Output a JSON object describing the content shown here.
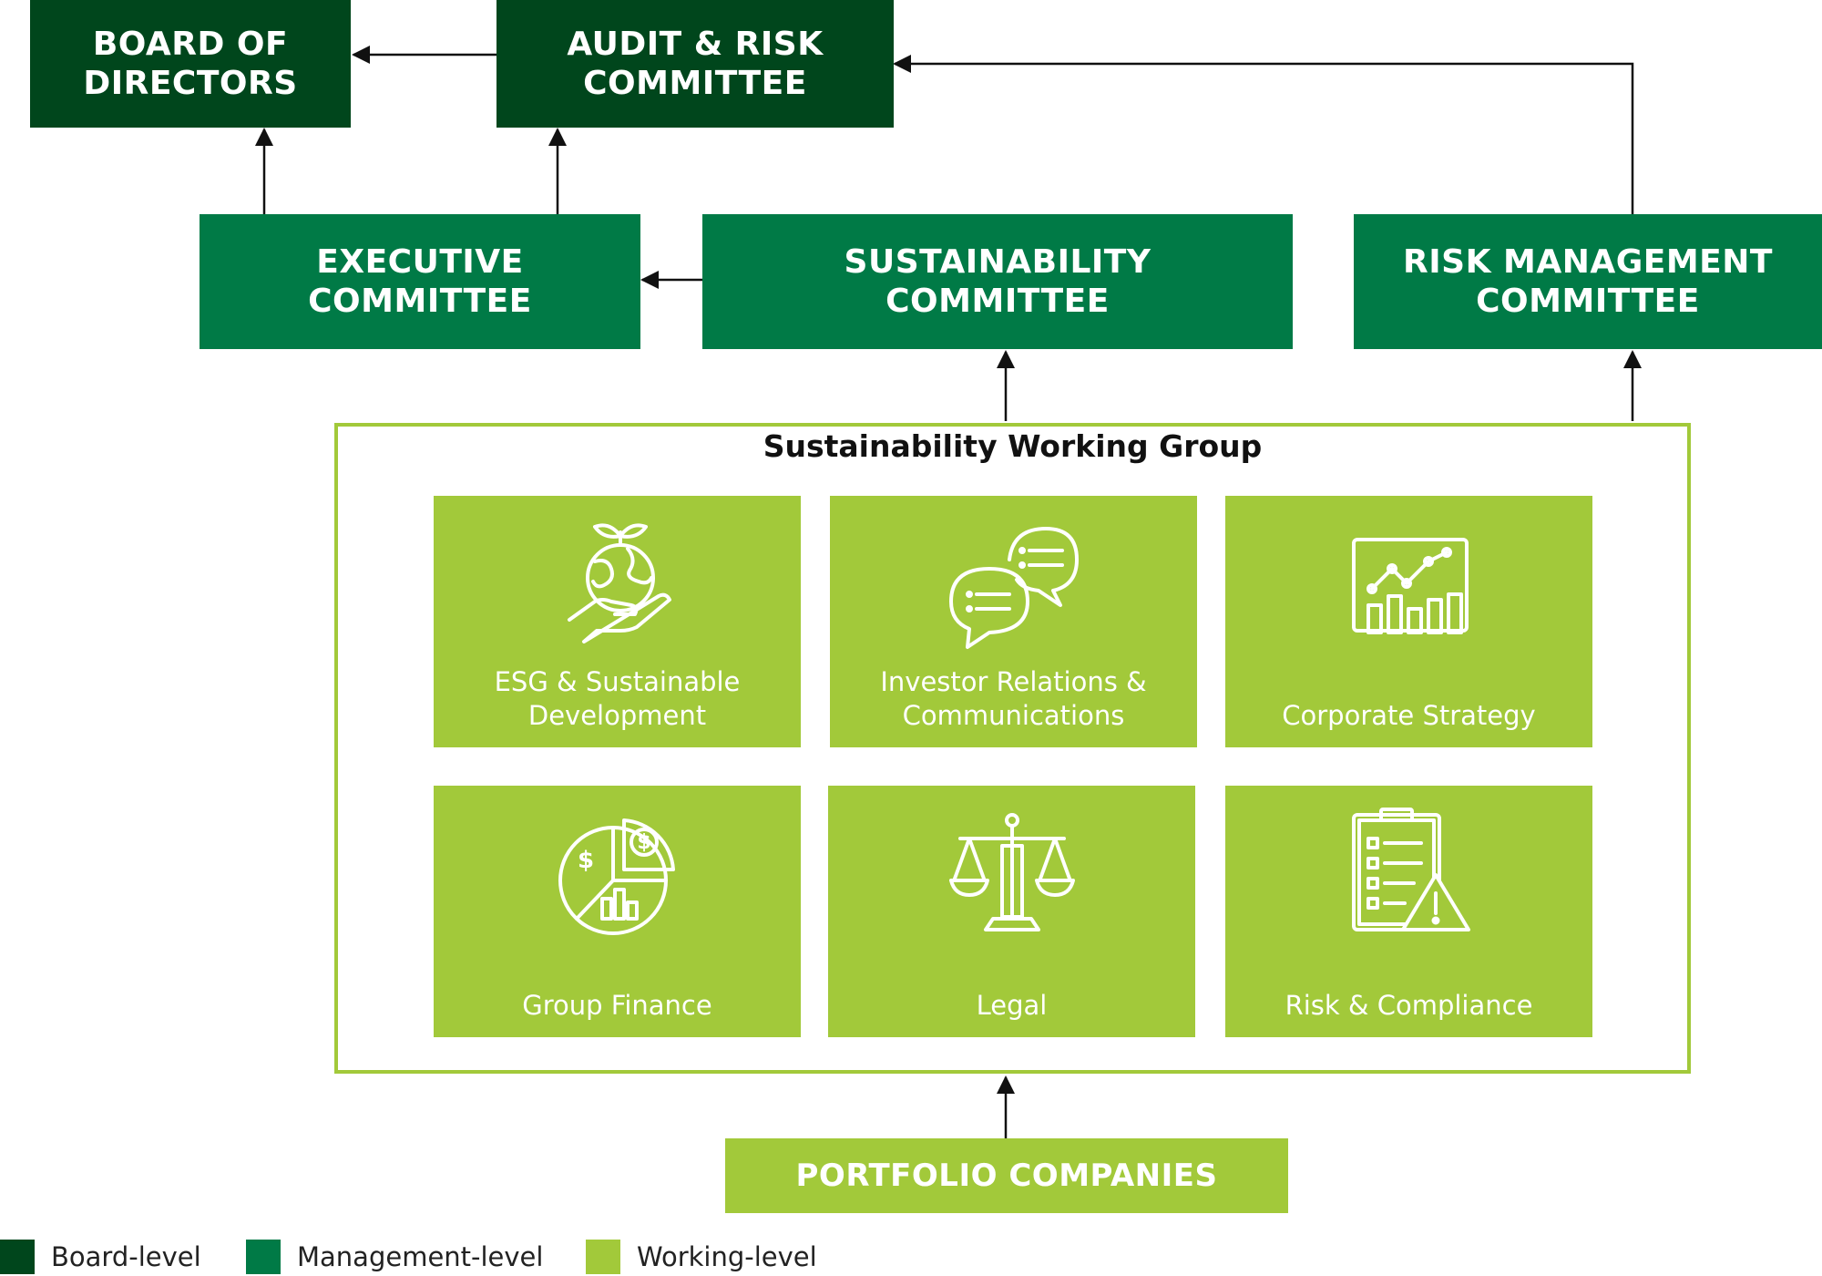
{
  "boxes": {
    "board_of_directors": "BOARD OF\nDIRECTORS",
    "audit_risk_committee": "AUDIT & RISK\nCOMMITTEE",
    "executive_committee": "EXECUTIVE\nCOMMITTEE",
    "sustainability_committee": "SUSTAINABILITY\nCOMMITTEE",
    "risk_management_committee": "RISK MANAGEMENT\nCOMMITTEE",
    "portfolio_companies": "PORTFOLIO COMPANIES"
  },
  "working_group": {
    "title": "Sustainability Working Group",
    "tiles": [
      {
        "label": "ESG & Sustainable\nDevelopment",
        "icon": "globe-in-hand-icon"
      },
      {
        "label": "Investor Relations &\nCommunications",
        "icon": "chat-bubbles-icon"
      },
      {
        "label": "Corporate Strategy",
        "icon": "chart-board-icon"
      },
      {
        "label": "Group Finance",
        "icon": "pie-chart-dollar-icon"
      },
      {
        "label": "Legal",
        "icon": "scales-icon"
      },
      {
        "label": "Risk & Compliance",
        "icon": "checklist-warning-icon"
      }
    ]
  },
  "legend": [
    {
      "label": "Board-level",
      "color": "#00461c"
    },
    {
      "label": "Management-level",
      "color": "#007a46"
    },
    {
      "label": "Working-level",
      "color": "#a2c93a"
    }
  ],
  "colors": {
    "board": "#00461c",
    "management": "#007a46",
    "working": "#a2c93a",
    "connector": "#111111"
  }
}
